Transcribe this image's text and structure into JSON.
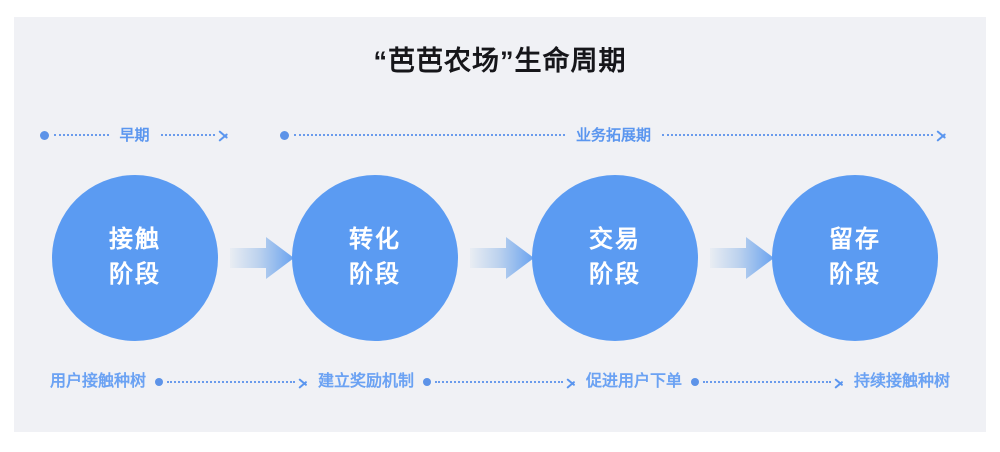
{
  "page": {
    "title": "“芭芭农场”生命周期",
    "background_color": "#ffffff",
    "panel_color": "#f0f1f5",
    "accent_color": "#5b9bf2",
    "label_color": "#6ba2f3",
    "title_color": "#16161a"
  },
  "phases": [
    {
      "label": "早期",
      "start_icon": "dot-marker",
      "end_icon": "arrow-right-icon"
    },
    {
      "label": "业务拓展期",
      "start_icon": "dot-marker",
      "end_icon": "arrow-right-icon"
    }
  ],
  "stages": [
    {
      "line1": "接触",
      "line2": "阶段"
    },
    {
      "line1": "转化",
      "line2": "阶段"
    },
    {
      "line1": "交易",
      "line2": "阶段"
    },
    {
      "line1": "留存",
      "line2": "阶段"
    }
  ],
  "stage_arrows": [
    {
      "icon": "fat-arrow-right-icon"
    },
    {
      "icon": "fat-arrow-right-icon"
    },
    {
      "icon": "fat-arrow-right-icon"
    }
  ],
  "actions": [
    {
      "label": "用户接触种树"
    },
    {
      "label": "建立奖励机制"
    },
    {
      "label": "促进用户下单"
    },
    {
      "label": "持续接触种树"
    }
  ],
  "action_connectors": [
    {
      "start_icon": "dot-marker",
      "end_icon": "arrow-right-icon"
    },
    {
      "start_icon": "dot-marker",
      "end_icon": "arrow-right-icon"
    },
    {
      "start_icon": "dot-marker",
      "end_icon": "arrow-right-icon"
    }
  ]
}
